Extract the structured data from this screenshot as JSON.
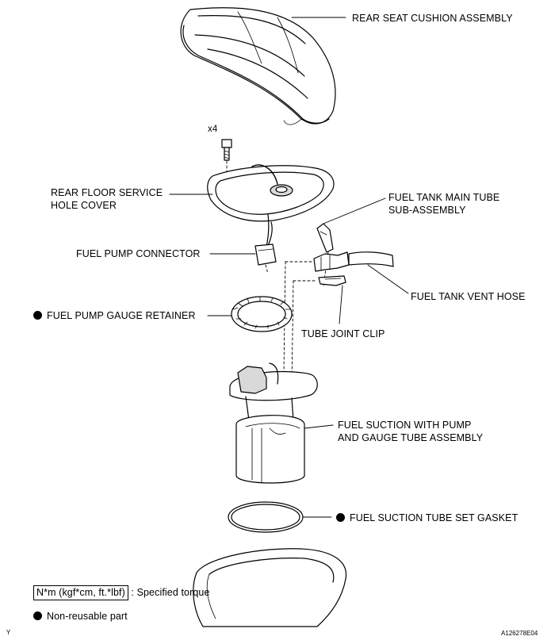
{
  "labels": {
    "rear_seat_cushion": "REAR SEAT CUSHION ASSEMBLY",
    "qty": "x4",
    "rear_floor_cover_1": "REAR FLOOR SERVICE",
    "rear_floor_cover_2": "HOLE COVER",
    "main_tube_1": "FUEL TANK MAIN TUBE",
    "main_tube_2": "SUB-ASSEMBLY",
    "pump_connector": "FUEL PUMP CONNECTOR",
    "vent_hose": "FUEL TANK VENT HOSE",
    "gauge_retainer": "FUEL PUMP GAUGE RETAINER",
    "tube_joint_clip": "TUBE JOINT CLIP",
    "suction_assembly_1": "FUEL SUCTION WITH PUMP",
    "suction_assembly_2": "AND GAUGE TUBE ASSEMBLY",
    "tube_set_gasket": "FUEL SUCTION TUBE SET GASKET"
  },
  "legend": {
    "torque_box": "N*m (kgf*cm, ft.*lbf)",
    "torque_desc": ": Specified torque",
    "nonreusable_desc": "Non-reusable part"
  },
  "corner": {
    "left": "Y",
    "right": "A126278E04"
  },
  "colors": {
    "ink": "#000000",
    "fill": "#ffffff",
    "shade": "#d9d9d9"
  }
}
